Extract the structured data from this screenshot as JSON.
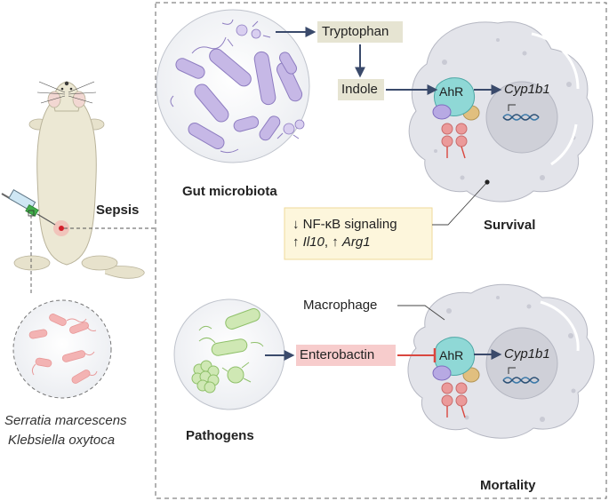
{
  "labels": {
    "sepsis": "Sepsis",
    "gut_microbiota": "Gut microbiota",
    "pathogens": "Pathogens",
    "tryptophan": "Tryptophan",
    "indole": "Indole",
    "enterobactin": "Enterobactin",
    "ahr_top": "AhR",
    "ahr_bottom": "AhR",
    "cyp1b1_top": "Cyp1b1",
    "cyp1b1_bottom": "Cyp1b1",
    "survival": "Survival",
    "mortality": "Mortality",
    "macrophage": "Macrophage",
    "species_1": "Serratia marcescens",
    "species_2": "Klebsiella oxytoca"
  },
  "effects": {
    "line1_arrow": "↓",
    "line1_text": "NF-κB signaling",
    "line2_arrow1": "↑",
    "line2_gene1": "Il10",
    "line2_sep": ",",
    "line2_arrow2": "↑",
    "line2_gene2": "Arg1"
  },
  "colors": {
    "gut_bacteria": "#c6b8e6",
    "pathogen_bacteria": "#cfe8b4",
    "infection_bacteria": "#f3b3b3",
    "macrophage": "#e3e4ea",
    "nucleus": "#cfd0d8",
    "ahr": "#8fd8d6",
    "metabolite_box": "#e6e4d2",
    "enterobactin_box": "#f7cccc",
    "effects_box": "#fdf6dc",
    "inhibition": "#d9473f",
    "arrow": "#3a4a6b"
  }
}
